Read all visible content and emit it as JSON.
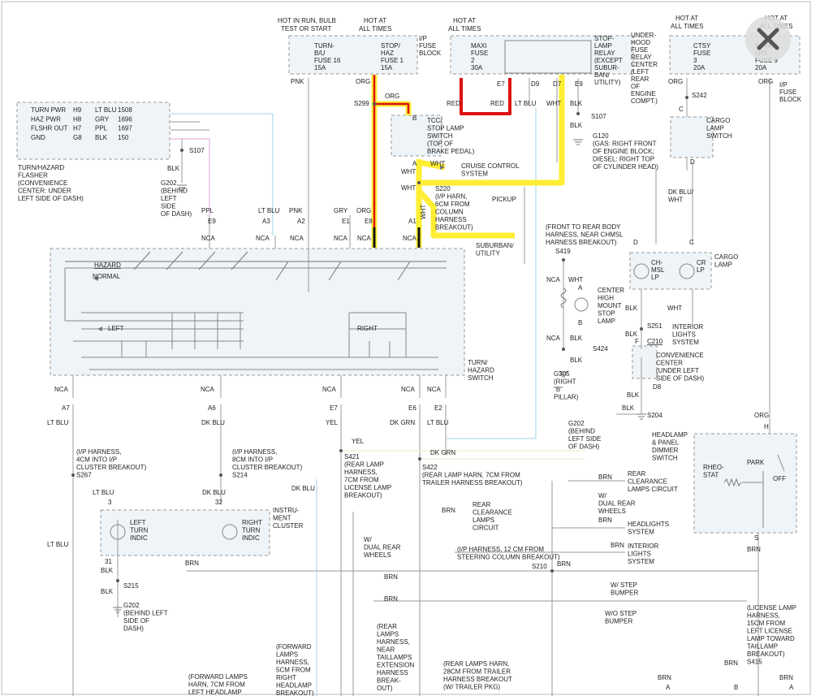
{
  "window": {
    "close_icon": "close-icon"
  },
  "labels": {
    "hot_run": "HOT IN RUN, BULB",
    "test_start": "TEST OR START",
    "hot_at_1": "HOT AT",
    "all_times_1": "ALL TIMES",
    "hot_at_2": "HOT AT",
    "all_times_2": "ALL TIMES",
    "hot_at_3": "HOT AT",
    "all_times_3": "ALL TIMES",
    "hot_at_4": "HOT AT",
    "all_times_4": "ALL TIMES",
    "fuse16": [
      "TURN-",
      "B/U",
      "FUSE 16",
      "15A"
    ],
    "fuse1": [
      "STOP/",
      "HAZ",
      "FUSE 1",
      "15A"
    ],
    "ip_fuse_block": [
      "I/P",
      "FUSE",
      "BLOCK"
    ],
    "maxi_fuse": [
      "MAXI",
      "FUSE",
      "2",
      "30A"
    ],
    "stoplamp_relay": [
      "STOP-",
      "LAMP",
      "RELAY",
      "(EXCEPT",
      "SUBUR-",
      "BAN/",
      "UTILITY)"
    ],
    "underhood": [
      "UNDER-",
      "HOOD",
      "FUSE",
      "RELAY",
      "CENTER",
      "(LEFT",
      "REAR",
      "OF",
      "ENGINE",
      "COMPT.)"
    ],
    "ctsy_fuse": [
      "CTSY",
      "FUSE",
      "3",
      "20A"
    ],
    "park_fuse": [
      "PARK",
      "LPS",
      "FUSE 9",
      "20A"
    ],
    "ip_fuse_block_2": [
      "I/P",
      "FUSE",
      "BLOCK"
    ],
    "pnk": "PNK",
    "org1": "ORG",
    "red1": "RED",
    "red2": "RED",
    "e7": "E7",
    "d9": "D9",
    "d7": "D7",
    "e9": "E9",
    "ltblu_top": "LT BLU",
    "wht_top": "WHT",
    "blk_top": "BLK",
    "org_right": "ORG",
    "org_right2": "ORG",
    "s299": "S299",
    "org_s299": "ORG",
    "s107_top": "S107",
    "blk_s107": "BLK",
    "g120": [
      "G120",
      "(GAS: RIGHT FRONT",
      "OF ENGINE BLOCK;",
      "DIESEL: RIGHT TOP",
      "OF CYLINDER HEAD)"
    ],
    "c_label": "C",
    "s242": "S242",
    "cargo_switch": [
      "CARGO",
      "LAMP",
      "SWITCH"
    ],
    "flasher_pins": [
      {
        "name": "TURN PWR",
        "pin": "H9",
        "color": "LT BLU",
        "circuit": "1508"
      },
      {
        "name": "HAZ PWR",
        "pin": "H8",
        "color": "GRY",
        "circuit": "1696"
      },
      {
        "name": "FLSHR OUT",
        "pin": "H7",
        "color": "PPL",
        "circuit": "1697"
      },
      {
        "name": "GND",
        "pin": "G8",
        "color": "BLK",
        "circuit": "150"
      }
    ],
    "s107_left": "S107",
    "blk_left": "BLK",
    "g202_left": [
      "G202",
      "(BEHIND",
      "LEFT",
      "SIDE",
      "OF DASH)"
    ],
    "flasher_title": [
      "TURN/HAZARD",
      "FLASHER",
      "(CONVENIENCE",
      "CENTER: UNDER",
      "LEFT SIDE OF DASH)"
    ],
    "tcc_switch": [
      "TCC/",
      "STOP LAMP",
      "SWITCH",
      "(TOP OF",
      "BRAKE PEDAL)"
    ],
    "a_label": "A",
    "b_label": "B",
    "wht_1": "WHT",
    "wht_2": "WHT",
    "wht_3": "WHT",
    "wht_4": "WHT",
    "cruise": [
      "CRUISE CONTROL",
      "SYSTEM"
    ],
    "s220": [
      "S220",
      "(I/P HARN,",
      "6CM FROM",
      "COLUMN",
      "HARNESS",
      "BREAKOUT)"
    ],
    "pickup": "PICKUP",
    "suburban": [
      "SUBURBAN/",
      "UTILITY"
    ],
    "d_label": "D",
    "dkblu_wht": [
      "DK BLU/",
      "WHT"
    ],
    "conn_colors": [
      "PPL",
      "LT BLU",
      "PNK",
      "GRY",
      "ORG"
    ],
    "conn_pins": [
      "E9",
      "A3",
      "A2",
      "E1",
      "E8",
      "A1"
    ],
    "nca_top": [
      "NCA",
      "NCA",
      "NCA",
      "NCA",
      "NCA",
      "NCA"
    ],
    "hazard": "HAZARD",
    "normal": "NORMAL",
    "left": "LEFT",
    "right": "RIGHT",
    "turn_haz_switch": [
      "TURN/",
      "HAZARD",
      "SWITCH"
    ],
    "front_rear": [
      "(FRONT TO REAR BODY",
      "HARNESS, NEAR CHMSL",
      "HARNESS BREAKOUT)"
    ],
    "s419": "S419",
    "nca_chmsl": "NCA",
    "wht_chmsl": "WHT",
    "chmsl_lamp": [
      "CENTER",
      "HIGH",
      "MOUNT",
      "STOP",
      "LAMP"
    ],
    "nca_chmsl2": "NCA",
    "blk_chmsl": "BLK",
    "s424": "S424",
    "g305": [
      "G305",
      "(RIGHT",
      "\"B\"",
      "PILLAR)"
    ],
    "ch_msl": [
      "CH-",
      "MSL",
      "LP"
    ],
    "cr_lp": [
      "CR",
      "LP"
    ],
    "cargo_lamp": [
      "CARGO",
      "LAMP"
    ],
    "d_cargo": "D",
    "c_cargo": "C",
    "blk_cargo": "BLK",
    "wht_cargo": "WHT",
    "interior_sys": [
      "INTERIOR",
      "LIGHTS",
      "SYSTEM"
    ],
    "s251": "S251",
    "blk_f": "BLK",
    "f_label": "F",
    "c210": "C210",
    "conv_center": [
      "CONVENIENCE",
      "CENTER",
      "(UNDER LEFT",
      "SIDE OF DASH)"
    ],
    "d8": "D8",
    "blk_d8": "BLK",
    "blk_s204": "BLK",
    "g202_right": [
      "G202",
      "(BEHIND",
      "LEFT SIDE",
      "OF DASH)"
    ],
    "s204": "S204",
    "org_h": "ORG",
    "h_label": "H",
    "headlamp_switch": [
      "HEADLAMP",
      "& PANEL",
      "DIMMER",
      "SWITCH"
    ],
    "rheostat": [
      "RHEO-",
      "STAT"
    ],
    "park": "PARK",
    "off": "OFF",
    "s_label": "S",
    "brn_s": "BRN",
    "bottom_nca": [
      "NCA",
      "NCA",
      "NCA",
      "NCA",
      "NCA"
    ],
    "bottom_pins": [
      "A7",
      "A6",
      "E7",
      "E6",
      "E2"
    ],
    "bottom_colors": [
      "LT BLU",
      "DK BLU",
      "YEL",
      "DK GRN",
      "LT BLU"
    ],
    "yel": "YEL",
    "dkgrn": "DK GRN",
    "ip_harness_4cm": [
      "(I/P HARNESS,",
      "4CM INTO I/P",
      "CLUSTER BREAKOUT)",
      "S267"
    ],
    "ip_harness_8cm": [
      "(I/P HARNESS,",
      "8CM INTO I/P",
      "CLUSTER BREAKOUT)",
      "S214"
    ],
    "s421": [
      "S421",
      "(REAR LAMP",
      "HARNESS,",
      "7CM FROM",
      "LICENSE LAMP",
      "BREAKOUT)"
    ],
    "s422": [
      "S422",
      "(REAR LAMP HARN, 7CM FROM",
      "TRAILER HARNESS BREAKOUT)"
    ],
    "dkblu_s214": "DK BLU",
    "ltblu_3": "LT BLU",
    "pin_3": "3",
    "dkblu_32": "DK BLU",
    "pin_32": "32",
    "left_indic": [
      "LEFT",
      "TURN",
      "INDIC"
    ],
    "right_indic": [
      "RIGHT",
      "TURN",
      "INDIC"
    ],
    "instrument": [
      "INSTRU-",
      "MENT",
      "CLUSTER"
    ],
    "ltblu_far": "LT BLU",
    "pin_31": "31",
    "blk_31": "BLK",
    "s215": "S215",
    "blk_s215": "BLK",
    "g202_bottom": [
      "G202",
      "(BEHIND LEFT",
      "SIDE OF",
      "DASH)"
    ],
    "brn_main": "BRN",
    "rear_clearance_1": [
      "REAR",
      "CLEARANCE",
      "LAMPS CIRCUIT"
    ],
    "brn_rc1": "BRN",
    "dual_rear_1": [
      "W/",
      "DUAL REAR",
      "WHEELS"
    ],
    "brn_rc2": "BRN",
    "rear_clearance_2": [
      "REAR",
      "CLEARANCE",
      "LAMPS",
      "CIRCUIT"
    ],
    "dual_rear_2": [
      "W/",
      "DUAL REAR",
      "WHEELS"
    ],
    "brn_hl": "BRN",
    "headlights": [
      "HEADLIGHTS",
      "SYSTEM"
    ],
    "brn_il": "BRN",
    "interior_2": [
      "INTERIOR",
      "LIGHTS",
      "SYSTEM"
    ],
    "ip_12cm": [
      "(I/P HARNESS, 12 CM FROM",
      "STEERING COLUMN BREAKOUT)"
    ],
    "s210": "S210",
    "brn_s210": "BRN",
    "brn_row1": "BRN",
    "brn_row2": "BRN",
    "step1": [
      "W/ STEP",
      "BUMPER"
    ],
    "step2": [
      "W/O STEP",
      "BUMPER"
    ],
    "rear_lamps_near": [
      "(REAR",
      "LAMPS",
      "HARNESS,",
      "NEAR",
      "TAILLAMPS",
      "EXTENSION",
      "HARNESS",
      "BREAK-",
      "OUT)"
    ],
    "rear_lamps_28": [
      "(REAR LAMPS HARN,",
      "28CM FROM TRAILER",
      "HARNESS BREAKOUT",
      "(W/ TRAILER PKG)"
    ],
    "fwd_lamps_5cm": [
      "(FORWARD",
      "LAMPS",
      "HARNESS,",
      "5CM FROM",
      "RIGHT",
      "HEADLAMP",
      "BREAKOUT)"
    ],
    "fwd_lamps_7cm": [
      "(FORWARD LAMPS",
      "HARN, 7CM FROM",
      "LEFT HEADLAMP"
    ],
    "license_lamp": [
      "(LICENSE LAMP",
      "HARNESS,",
      "15CM FROM",
      "LEFT LICENSE",
      "LAMP TOWARD",
      "TAILLAMP",
      "BREAKOUT)",
      "S415"
    ],
    "brn_a1": "BRN",
    "a_bot1": "A",
    "brn_b": "BRN",
    "b_bot": "B",
    "brn_a2": "BRN",
    "a_bot2": "A"
  },
  "colors": {
    "highlight_yellow": "#ffee33",
    "wire_red": "#dd1111",
    "wire_dark": "#111111",
    "line": "#8a8a8a",
    "box_fill": "#eef4f8"
  }
}
